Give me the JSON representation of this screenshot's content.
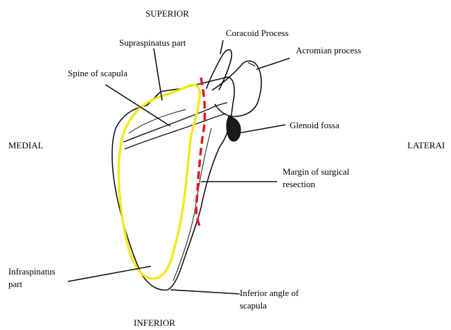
{
  "orientation": {
    "superior": "SUPERIOR",
    "inferior": "INFERIOR",
    "medial": "MEDIAL",
    "lateral": "LATERAI"
  },
  "labels": {
    "coracoid": "Coracoid Process",
    "acromion": "Acromian process",
    "supraspinatus": "Supraspinatus part",
    "spine": "Spine of scapula",
    "glenoid": "Glenoid fossa",
    "margin_line1": "Margin of surgical",
    "margin_line2": "resection",
    "infraspinatus_line1": "Infraspinatus",
    "infraspinatus_line2": "part",
    "inferior_angle_line1": "Inferior angle of",
    "inferior_angle_line2": "scapula"
  },
  "colors": {
    "outline": "#111111",
    "resection_zone": "#f2ea1e",
    "resection_margin": "#e0191c",
    "glenoid": "#1a1a1a"
  }
}
